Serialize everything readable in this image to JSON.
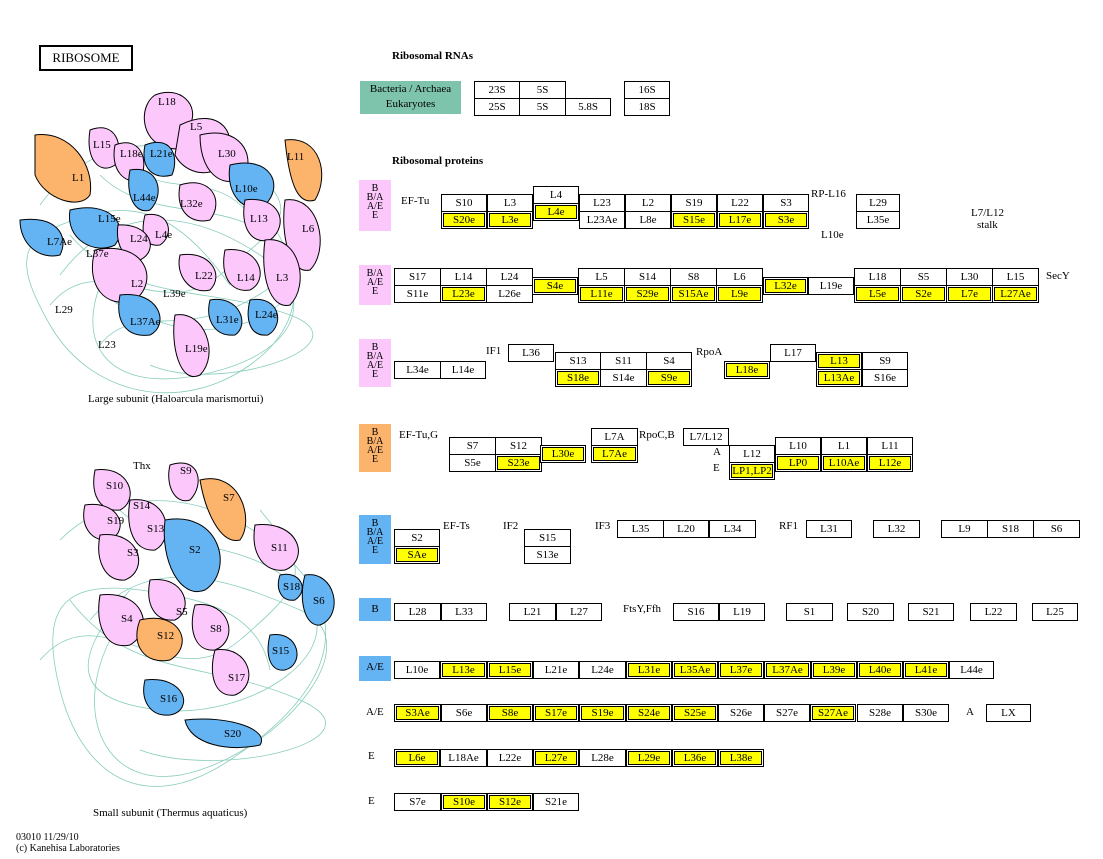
{
  "title": "RIBOSOME",
  "rrna_heading": "Ribosomal RNAs",
  "proteins_heading": "Ribosomal proteins",
  "legend": {
    "line1": "Bacteria / Archaea",
    "line2": "Eukaryotes",
    "color": "#7ec4ac"
  },
  "rrna": {
    "row1": [
      "23S",
      "5S",
      "16S"
    ],
    "row2": [
      "25S",
      "5S",
      "5.8S",
      "18S"
    ]
  },
  "large_caption": "Large subunit (Haloarcula marismortui)",
  "small_caption": "Small subunit (Thermus aquaticus)",
  "footer": {
    "line1": "03010 11/29/10",
    "line2": "(c) Kanehisa Laboratories"
  },
  "colors": {
    "pink": "#fcc8fc",
    "orange": "#fcb46c",
    "blue": "#64b4f4",
    "highlight": "#ffff00",
    "rna": "#7ec4ac"
  },
  "large_subunit_labels": [
    "L18",
    "L5",
    "L15",
    "L18e",
    "L21e",
    "L30",
    "L11",
    "L1",
    "L44e",
    "L10e",
    "L32e",
    "L15e",
    "L4e",
    "L13",
    "L7Ae",
    "L37e",
    "L24",
    "L6",
    "L2",
    "L22",
    "L14",
    "L3",
    "L39e",
    "L29",
    "L37Ae",
    "L31e",
    "L24e",
    "L23",
    "L19e"
  ],
  "small_subunit_labels": [
    "Thx",
    "S9",
    "S10",
    "S14",
    "S7",
    "S19",
    "S13",
    "S3",
    "S2",
    "S11",
    "S18",
    "S6",
    "S5",
    "S4",
    "S12",
    "S8",
    "S15",
    "S17",
    "S16",
    "S20"
  ],
  "groups": {
    "g1": {
      "tag": [
        "B",
        "B/A",
        "A/E",
        "E"
      ],
      "label_eftu": "EF-Tu",
      "label_rpl16": "RP-L16",
      "label_l10e": "L10e",
      "stalk1": "L7/L12",
      "stalk2": "stalk"
    },
    "g2": {
      "tag": [
        "B/A",
        "A/E",
        "E"
      ],
      "label_secy": "SecY"
    },
    "g3": {
      "tag": [
        "B",
        "B/A",
        "A/E",
        "E"
      ],
      "label_if1": "IF1",
      "label_rpoa": "RpoA"
    },
    "g4": {
      "tag": [
        "B",
        "B/A",
        "A/E",
        "E"
      ],
      "label_eftug": "EF-Tu,G",
      "label_rpocb": "RpoC,B",
      "label_a": "A",
      "label_e": "E"
    },
    "g5": {
      "tag": [
        "B",
        "B/A",
        "A/E",
        "E"
      ],
      "label_efts": "EF-Ts",
      "label_if2": "IF2",
      "label_if3": "IF3",
      "label_rf1": "RF1"
    },
    "g6": {
      "tag": [
        "B"
      ],
      "label_ftsy": "FtsY,Ffh"
    },
    "g7": {
      "tag": [
        "A/E"
      ]
    },
    "r8": {
      "label_ae": "A/E",
      "label_a": "A"
    },
    "r9": {
      "label_e": "E"
    },
    "r10": {
      "label_e": "E"
    }
  },
  "boxes": [
    {
      "t": "S10"
    },
    {
      "t": "S20e",
      "h": 1
    },
    {
      "t": "L3"
    },
    {
      "t": "L3e",
      "h": 1
    },
    {
      "t": "L4"
    },
    {
      "t": "L4e",
      "h": 1
    },
    {
      "t": "L23"
    },
    {
      "t": "L23Ae"
    },
    {
      "t": "L2"
    },
    {
      "t": "L8e"
    },
    {
      "t": "S19"
    },
    {
      "t": "S15e",
      "h": 1
    },
    {
      "t": "L22"
    },
    {
      "t": "L17e",
      "h": 1
    },
    {
      "t": "S3"
    },
    {
      "t": "S3e",
      "h": 1
    },
    {
      "t": "L29"
    },
    {
      "t": "L35e"
    },
    {
      "t": "S17"
    },
    {
      "t": "S11e"
    },
    {
      "t": "L14"
    },
    {
      "t": "L23e",
      "h": 1
    },
    {
      "t": "L24"
    },
    {
      "t": "L26e"
    },
    {
      "t": "S4e",
      "h": 1
    },
    {
      "t": "L5"
    },
    {
      "t": "L11e",
      "h": 1
    },
    {
      "t": "S14"
    },
    {
      "t": "S29e",
      "h": 1
    },
    {
      "t": "S8"
    },
    {
      "t": "S15Ae",
      "h": 1
    },
    {
      "t": "L6"
    },
    {
      "t": "L9e",
      "h": 1
    },
    {
      "t": "L32e",
      "h": 1
    },
    {
      "t": "L19e"
    },
    {
      "t": "L18"
    },
    {
      "t": "L5e",
      "h": 1
    },
    {
      "t": "S5"
    },
    {
      "t": "S2e",
      "h": 1
    },
    {
      "t": "L30"
    },
    {
      "t": "L7e",
      "h": 1
    },
    {
      "t": "L15"
    },
    {
      "t": "L27Ae",
      "h": 1
    },
    {
      "t": "L36"
    },
    {
      "t": "L34e"
    },
    {
      "t": "L14e"
    },
    {
      "t": "S13"
    },
    {
      "t": "S18e",
      "h": 1
    },
    {
      "t": "S11"
    },
    {
      "t": "S14e"
    },
    {
      "t": "S4"
    },
    {
      "t": "S9e",
      "h": 1
    },
    {
      "t": "L18e",
      "h": 1
    },
    {
      "t": "L17"
    },
    {
      "t": "L13",
      "h": 1
    },
    {
      "t": "L13Ae",
      "h": 1
    },
    {
      "t": "S9"
    },
    {
      "t": "S16e"
    },
    {
      "t": "S7"
    },
    {
      "t": "S5e"
    },
    {
      "t": "S12"
    },
    {
      "t": "S23e",
      "h": 1
    },
    {
      "t": "L30e",
      "h": 1
    },
    {
      "t": "L7A"
    },
    {
      "t": "L7Ae",
      "h": 1
    },
    {
      "t": "L7/L12"
    },
    {
      "t": "L12"
    },
    {
      "t": "LP1,LP2",
      "h": 1
    },
    {
      "t": "L10"
    },
    {
      "t": "LP0",
      "h": 1
    },
    {
      "t": "L1"
    },
    {
      "t": "L10Ae",
      "h": 1
    },
    {
      "t": "L11"
    },
    {
      "t": "L12e",
      "h": 1
    },
    {
      "t": "S2"
    },
    {
      "t": "SAe",
      "h": 1
    },
    {
      "t": "S15"
    },
    {
      "t": "S13e"
    },
    {
      "t": "L35"
    },
    {
      "t": "L20"
    },
    {
      "t": "L34"
    },
    {
      "t": "L31"
    },
    {
      "t": "L32"
    },
    {
      "t": "L9"
    },
    {
      "t": "S18"
    },
    {
      "t": "S6"
    },
    {
      "t": "L28"
    },
    {
      "t": "L33"
    },
    {
      "t": "L21"
    },
    {
      "t": "L27"
    },
    {
      "t": "S16"
    },
    {
      "t": "L19"
    },
    {
      "t": "S1"
    },
    {
      "t": "S20"
    },
    {
      "t": "S21"
    },
    {
      "t": "L22"
    },
    {
      "t": "L25"
    },
    {
      "t": "L10e"
    },
    {
      "t": "L13e",
      "h": 1
    },
    {
      "t": "L15e",
      "h": 1
    },
    {
      "t": "L21e"
    },
    {
      "t": "L24e"
    },
    {
      "t": "L31e",
      "h": 1
    },
    {
      "t": "L35Ae",
      "h": 1
    },
    {
      "t": "L37e",
      "h": 1
    },
    {
      "t": "L37Ae",
      "h": 1
    },
    {
      "t": "L39e",
      "h": 1
    },
    {
      "t": "L40e",
      "h": 1
    },
    {
      "t": "L41e",
      "h": 1
    },
    {
      "t": "L44e"
    },
    {
      "t": "S3Ae",
      "h": 1
    },
    {
      "t": "S6e"
    },
    {
      "t": "S8e",
      "h": 1
    },
    {
      "t": "S17e",
      "h": 1
    },
    {
      "t": "S19e",
      "h": 1
    },
    {
      "t": "S24e",
      "h": 1
    },
    {
      "t": "S25e",
      "h": 1
    },
    {
      "t": "S26e"
    },
    {
      "t": "S27e"
    },
    {
      "t": "S27Ae",
      "h": 1
    },
    {
      "t": "S28e"
    },
    {
      "t": "S30e"
    },
    {
      "t": "LX"
    },
    {
      "t": "L6e",
      "h": 1
    },
    {
      "t": "L18Ae"
    },
    {
      "t": "L22e"
    },
    {
      "t": "L27e",
      "h": 1
    },
    {
      "t": "L28e"
    },
    {
      "t": "L29e",
      "h": 1
    },
    {
      "t": "L36e",
      "h": 1
    },
    {
      "t": "L38e",
      "h": 1
    },
    {
      "t": "S7e"
    },
    {
      "t": "S10e",
      "h": 1
    },
    {
      "t": "S12e",
      "h": 1
    },
    {
      "t": "S21e"
    }
  ]
}
